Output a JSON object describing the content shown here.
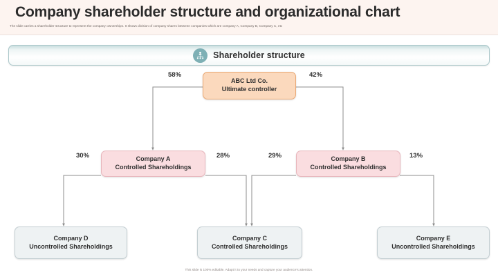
{
  "slide": {
    "title": "Company shareholder structure and organizational chart",
    "subtitle": "The slide carries a shareholder structure to represent the company ownerships. It shows division of company shares between companies which are company A, Company B, Company C, etc",
    "footer": "This slide is 100% editable. Adapt it to your needs and capture your audience's attention."
  },
  "banner": {
    "label": "Shareholder structure",
    "icon": "organization-hierarchy-icon",
    "accent_color": "#7eb0b5",
    "border_color": "#a9c6c9"
  },
  "chart_data": {
    "type": "diagram",
    "title": "Shareholder structure",
    "nodes": [
      {
        "id": "abc",
        "line1": "ABC Ltd Co.",
        "line2": "Ultimate controller",
        "level": 0,
        "style": "root",
        "fill": "#fbd9bd",
        "border": "#e9a874"
      },
      {
        "id": "company_a",
        "line1": "Company A",
        "line2": "Controlled Shareholdings",
        "level": 1,
        "style": "mid",
        "fill": "#fadde0",
        "border": "#e8b5bb"
      },
      {
        "id": "company_b",
        "line1": "Company B",
        "line2": "Controlled Shareholdings",
        "level": 1,
        "style": "mid",
        "fill": "#fadde0",
        "border": "#e8b5bb"
      },
      {
        "id": "company_d",
        "line1": "Company D",
        "line2": "Uncontrolled Shareholdings",
        "level": 2,
        "style": "leaf",
        "fill": "#eef2f3",
        "border": "#c3ced2"
      },
      {
        "id": "company_c",
        "line1": "Company C",
        "line2": "Controlled Shareholdings",
        "level": 2,
        "style": "leaf",
        "fill": "#eef2f3",
        "border": "#c3ced2"
      },
      {
        "id": "company_e",
        "line1": "Company E",
        "line2": "Uncontrolled Shareholdings",
        "level": 2,
        "style": "leaf",
        "fill": "#eef2f3",
        "border": "#c3ced2"
      }
    ],
    "edges": [
      {
        "from": "abc",
        "to": "company_a",
        "label": "58%"
      },
      {
        "from": "abc",
        "to": "company_b",
        "label": "42%"
      },
      {
        "from": "company_a",
        "to": "company_d",
        "label": "30%"
      },
      {
        "from": "company_a",
        "to": "company_c",
        "label": "28%"
      },
      {
        "from": "company_b",
        "to": "company_c",
        "label": "29%"
      },
      {
        "from": "company_b",
        "to": "company_e",
        "label": "13%"
      }
    ],
    "edge_labels": [
      "58%",
      "42%",
      "30%",
      "28%",
      "29%",
      "13%"
    ],
    "connector_color": "#8c8c8c"
  }
}
